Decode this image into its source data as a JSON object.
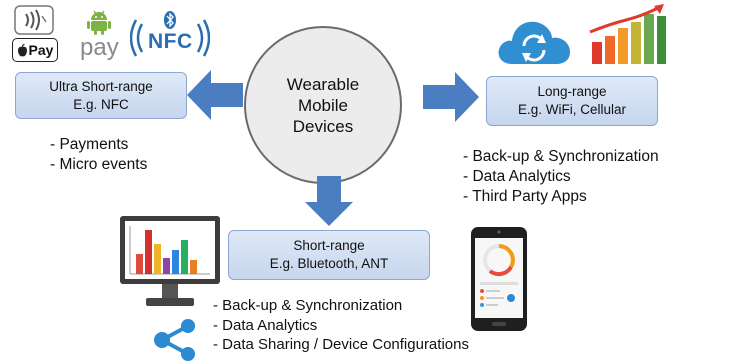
{
  "center": {
    "label": "Wearable\nMobile\nDevices"
  },
  "ultra_short": {
    "title": "Ultra Short-range",
    "example": "E.g. NFC",
    "uses": [
      "- Payments",
      "- Micro events"
    ]
  },
  "long": {
    "title": "Long-range",
    "example": "E.g. WiFi, Cellular",
    "uses": [
      "- Back-up & Synchronization",
      "- Data Analytics",
      "- Third Party Apps"
    ]
  },
  "short": {
    "title": "Short-range",
    "example": "E.g. Bluetooth, ANT",
    "uses": [
      "- Back-up & Synchronization",
      "- Data Analytics",
      "- Data Sharing / Device Configurations"
    ]
  },
  "logos": {
    "apple_pay": "Pay",
    "android_pay": "pay",
    "nfc": "NFC"
  },
  "icons": [
    "contactless-icon",
    "apple-pay-logo",
    "android-icon",
    "android-pay-logo",
    "bluetooth-nfc-logo",
    "cloud-sync-icon",
    "bar-chart-growth-icon",
    "monitor-chart-icon",
    "share-icon",
    "smartphone-icon"
  ],
  "colors": {
    "arrow": "#4a7ec0",
    "box_fill": "#d3e0f2",
    "box_border": "#8ea7cf",
    "oval_fill": "#ececec",
    "cloud": "#2f8fd0",
    "share": "#2b8ad1"
  }
}
